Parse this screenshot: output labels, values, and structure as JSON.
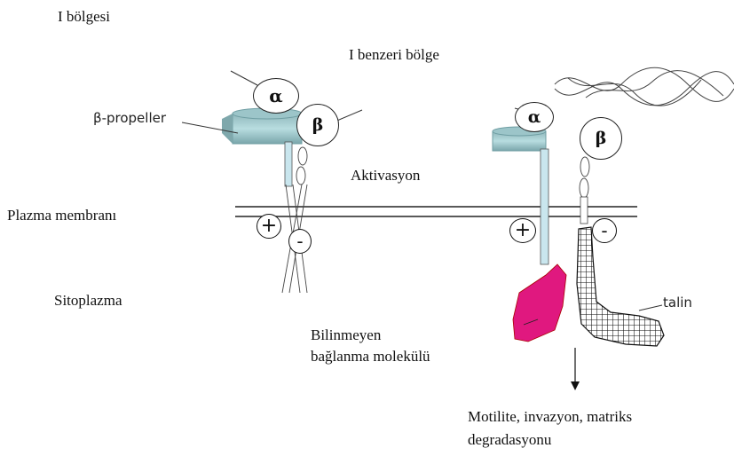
{
  "labels": {
    "i_region": "I bölgesi",
    "i_like_region": "I benzeri bölge",
    "beta_propeller": "β-propeller",
    "activation": "Aktivasyon",
    "plasma_membrane": "Plazma membranı",
    "cytoplasm": "Sitoplazma",
    "unknown_binding_line1": "Bilinmeyen",
    "unknown_binding_line2": "bağlanma molekülü",
    "talin": "talin",
    "outcome_line1": "Motilite, invazyon, matriks",
    "outcome_line2": "degradasyonu"
  },
  "subunits": {
    "alpha": "α",
    "beta": "β"
  },
  "charges": {
    "positive": "+",
    "negative": "-"
  },
  "colors": {
    "propeller": "#a9d2d6",
    "propeller_dark": "#6f9ea3",
    "leg": "#c9e6ee",
    "unknown_molecule": "#e0187f",
    "talin_hatch": "#111111",
    "membrane": "#222222"
  }
}
